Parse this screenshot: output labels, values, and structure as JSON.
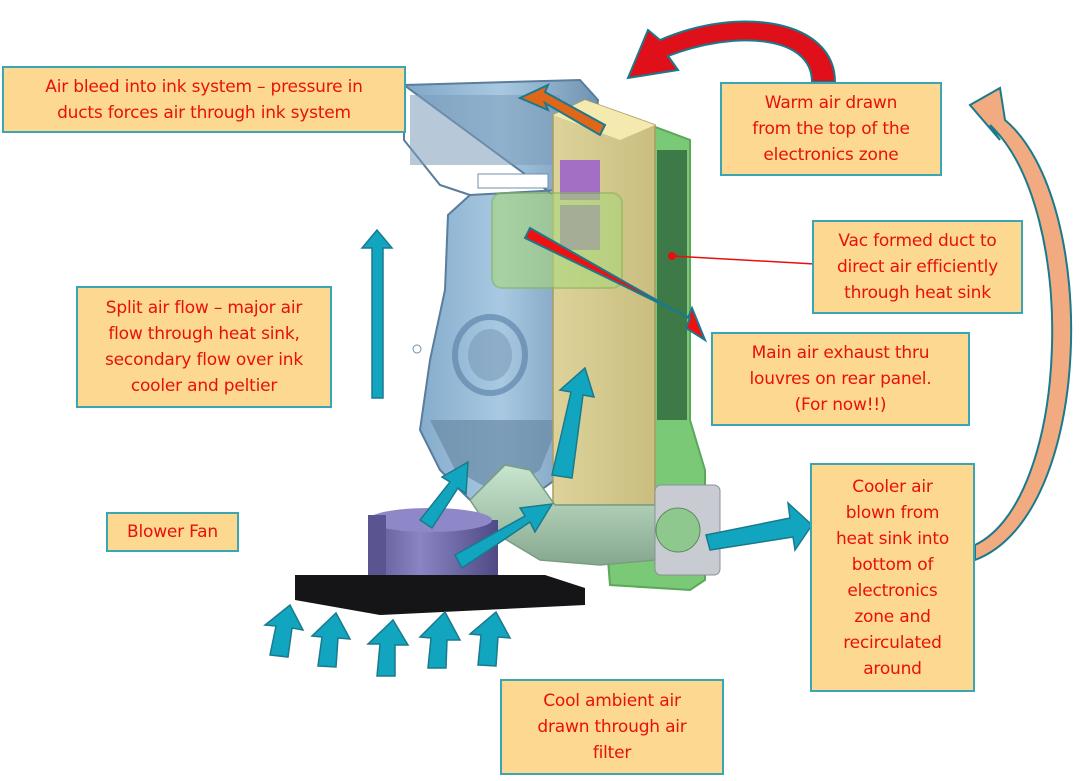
{
  "title": "Airflow diagram – blower fan, ducts, heat sink and electronics zone",
  "colors": {
    "callout_fill": "#fdd891",
    "callout_border": "#3aa6b4",
    "callout_text": "#e8100c",
    "cool_arrow": "#12a5c0",
    "cool_arrow_outline": "#1a7a8c",
    "hot_arrow": "#f01010",
    "bleed_arrow": "#e0661a",
    "recirc_arrow": "#f2aa80"
  },
  "callouts": {
    "air_bleed": [
      "Air bleed into ink system – pressure in",
      "ducts forces air through ink system"
    ],
    "warm_air": [
      "Warm air drawn",
      "from the top of the",
      "electronics zone"
    ],
    "vac_duct": [
      "Vac formed duct to",
      "direct air efficiently",
      "through heat sink"
    ],
    "split_flow": [
      "Split air flow – major air",
      "flow through heat sink,",
      "secondary flow over ink",
      "cooler and peltier"
    ],
    "main_exhaust": [
      "Main air exhaust thru",
      "louvres on rear panel.",
      "(For now!!)"
    ],
    "blower_fan": [
      "Blower Fan"
    ],
    "cooler_air": [
      "Cooler air",
      "blown from",
      "heat sink into",
      "bottom of",
      "electronics",
      "zone and",
      "recirculated",
      "around"
    ],
    "cool_ambient": [
      "Cool ambient air",
      "drawn through air",
      "filter"
    ]
  },
  "components": {
    "ink_system_housing": "blue translucent housing",
    "heat_sink_duct": "tan duct",
    "vac_formed_duct": "green translucent duct",
    "blower_fan": "purple blower",
    "air_filter": "black filter plate",
    "elbow_duct": "pale green elbow",
    "rear_fan": "small axial fan"
  }
}
